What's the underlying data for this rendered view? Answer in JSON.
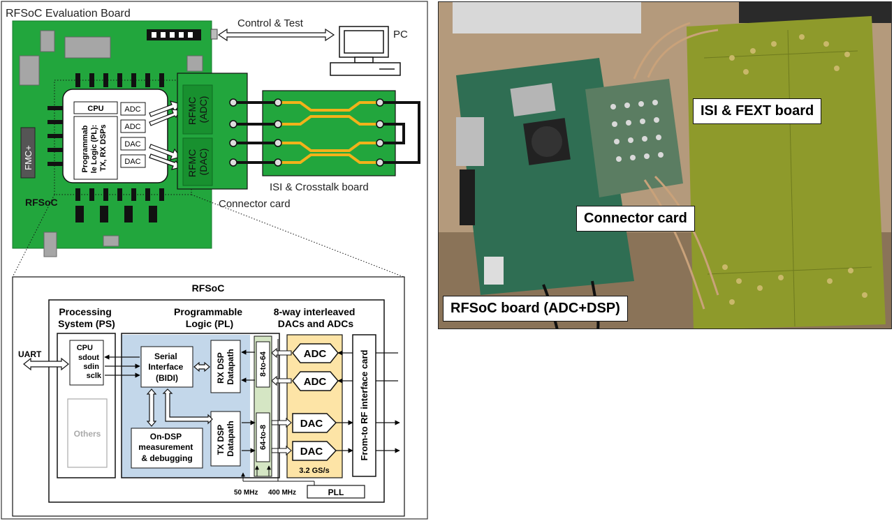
{
  "eval_board": {
    "title": "RFSoC Evaluation Board",
    "fmc_label": "FMC+",
    "rfsoc_label": "RFSoC",
    "cpu_label": "CPU",
    "pl_label_lines": [
      "Programmab",
      "le Logic (PL):",
      "TX, RX DSPs"
    ],
    "adc_label": "ADC",
    "dac_label": "DAC",
    "rfmc_adc_lines": [
      "RFMC",
      "(ADC)"
    ],
    "rfmc_dac_lines": [
      "RFMC",
      "(DAC)"
    ],
    "control_test": "Control & Test",
    "pc_label": "PC",
    "isi_board_label": "ISI & Crosstalk board",
    "connector_card_label": "Connector card"
  },
  "rfsoc_detail": {
    "title": "RFSoC",
    "ps_title_lines": [
      "Processing",
      "System (PS)"
    ],
    "pl_title_lines": [
      "Programmable",
      "Logic (PL)"
    ],
    "dac_adc_title_lines": [
      "8-way interleaved",
      "DACs and ADCs"
    ],
    "uart": "UART",
    "cpu_lines": [
      "CPU",
      "sdout",
      "sdin",
      "sclk"
    ],
    "others": "Others",
    "serial_lines": [
      "Serial",
      "Interface",
      "(BIDI)"
    ],
    "rx_dsp_lines": [
      "RX DSP",
      "Datapath"
    ],
    "tx_dsp_lines": [
      "TX DSP",
      "Datapath"
    ],
    "ondsp_lines": [
      "On-DSP",
      "measurement",
      "& debugging"
    ],
    "mux_8to64": "8-to-64",
    "mux_64to8": "64-to-8",
    "adc": "ADC",
    "dac": "DAC",
    "rate": "3.2 GS/s",
    "rf_card": "From-to RF interface card",
    "clk_50": "50 MHz",
    "clk_400": "400 MHz",
    "pll": "PLL"
  },
  "photo": {
    "isi_fext_label": "ISI & FEXT board",
    "connector_card_label": "Connector card",
    "rfsoc_board_label": "RFSoC board (ADC+DSP)"
  },
  "colors": {
    "board_green": "#22a63d",
    "board_dark_green": "#18902f",
    "pl_blue": "#c3d7ea",
    "mux_green": "#d5e6c4",
    "dac_adc_yellow": "#fde4a6",
    "trace_yellow": "#f2b21a"
  }
}
